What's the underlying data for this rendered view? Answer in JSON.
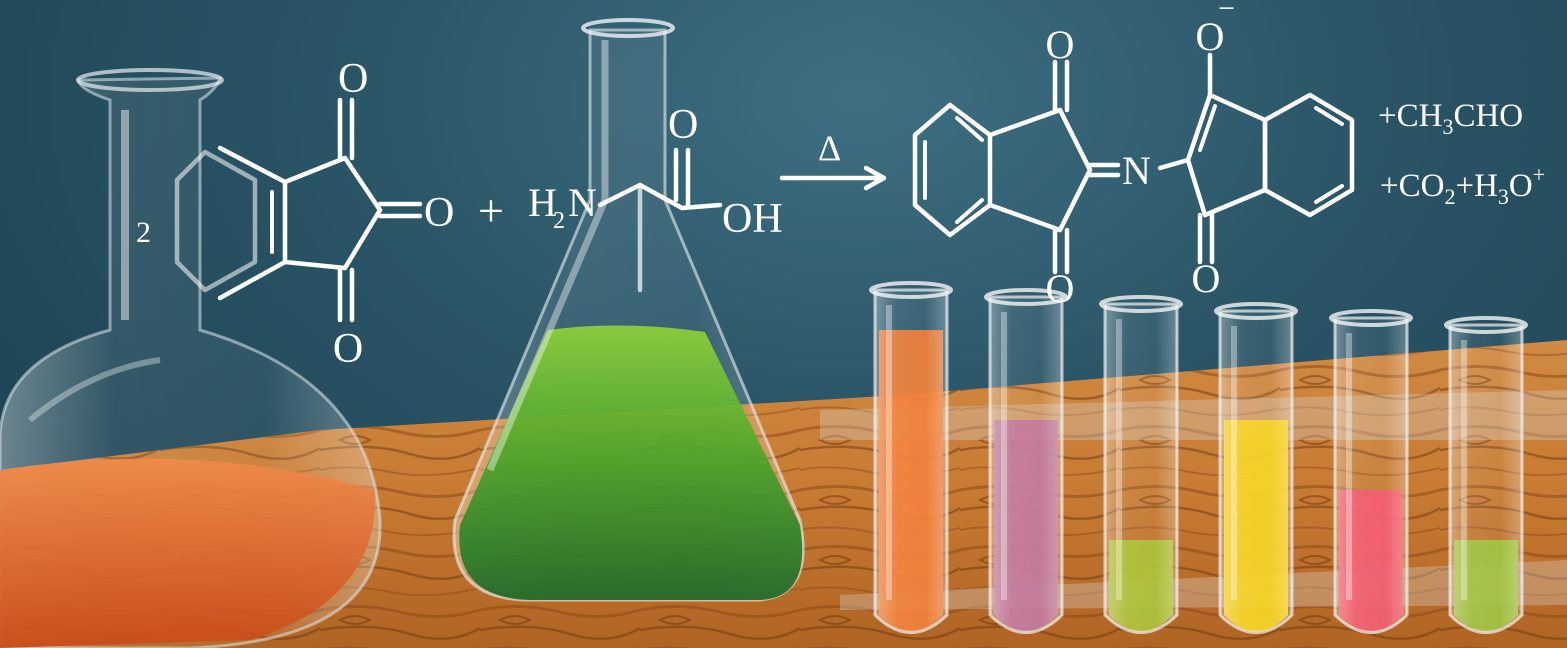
{
  "reaction": {
    "reactant1": {
      "o_top": "O",
      "o_right": "O",
      "o_bottom": "O",
      "ring_label": "2"
    },
    "plus": "+",
    "reactant2": {
      "nh2_prefix": "H",
      "nh2_sub": "2",
      "nh2_n": "N",
      "o_top": "O",
      "oh": "OH"
    },
    "arrow_label": "Δ",
    "product": {
      "o_left_top": "O",
      "o_left_bottom": "O",
      "imine_n": "N",
      "o_right_top": "O",
      "o_right_top_charge": "−",
      "o_right_bottom": "O"
    },
    "byproduct1": {
      "text_a": "+CH",
      "sub_a": "3",
      "text_b": "CHO"
    },
    "byproduct2": {
      "text_a": "+CO",
      "sub_a": "2",
      "text_b": "+H",
      "sub_b": "3",
      "text_c": "O",
      "sup_c": "+"
    }
  },
  "colors": {
    "background": "#2b5668",
    "table_wood": "#c77a32",
    "flask_liquid": "#e0622a",
    "erlenmeyer_liquid": "#4aa22a",
    "tube_colors": [
      "#f07a30",
      "#c0739a",
      "#a9c030",
      "#f5d21a",
      "#f2566a",
      "#9cc23a"
    ]
  },
  "objects": [
    "round-bottom-flask",
    "erlenmeyer-flask",
    "test-tube-rack",
    "wooden-table"
  ]
}
